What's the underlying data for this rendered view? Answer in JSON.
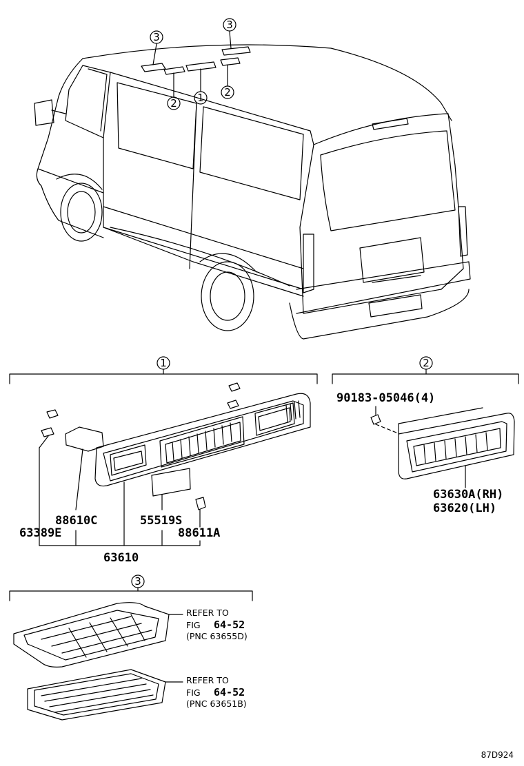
{
  "callouts": {
    "c1": "1",
    "c2": "2",
    "c3": "3"
  },
  "van": {
    "callout_labels": [
      "3",
      "3",
      "2",
      "1",
      "2"
    ]
  },
  "section1": {
    "callout": "1",
    "parts": {
      "p88610c": "88610C",
      "p63389e": "63389E",
      "p55519s": "55519S",
      "p88611a": "88611A",
      "p63610": "63610"
    }
  },
  "section2": {
    "callout": "2",
    "parts": {
      "screw": "90183-05046(4)",
      "rh": "63630A(RH)",
      "lh": "63620(LH)"
    }
  },
  "section3": {
    "callout": "3",
    "ref1": {
      "line1": "REFER TO",
      "fig_prefix": "FIG",
      "fig_num": "64-52",
      "pnc": "(PNC 63655D)"
    },
    "ref2": {
      "line1": "REFER TO",
      "fig_prefix": "FIG",
      "fig_num": "64-52",
      "pnc": "(PNC 63651B)"
    }
  },
  "footer": {
    "code": "87D924"
  }
}
